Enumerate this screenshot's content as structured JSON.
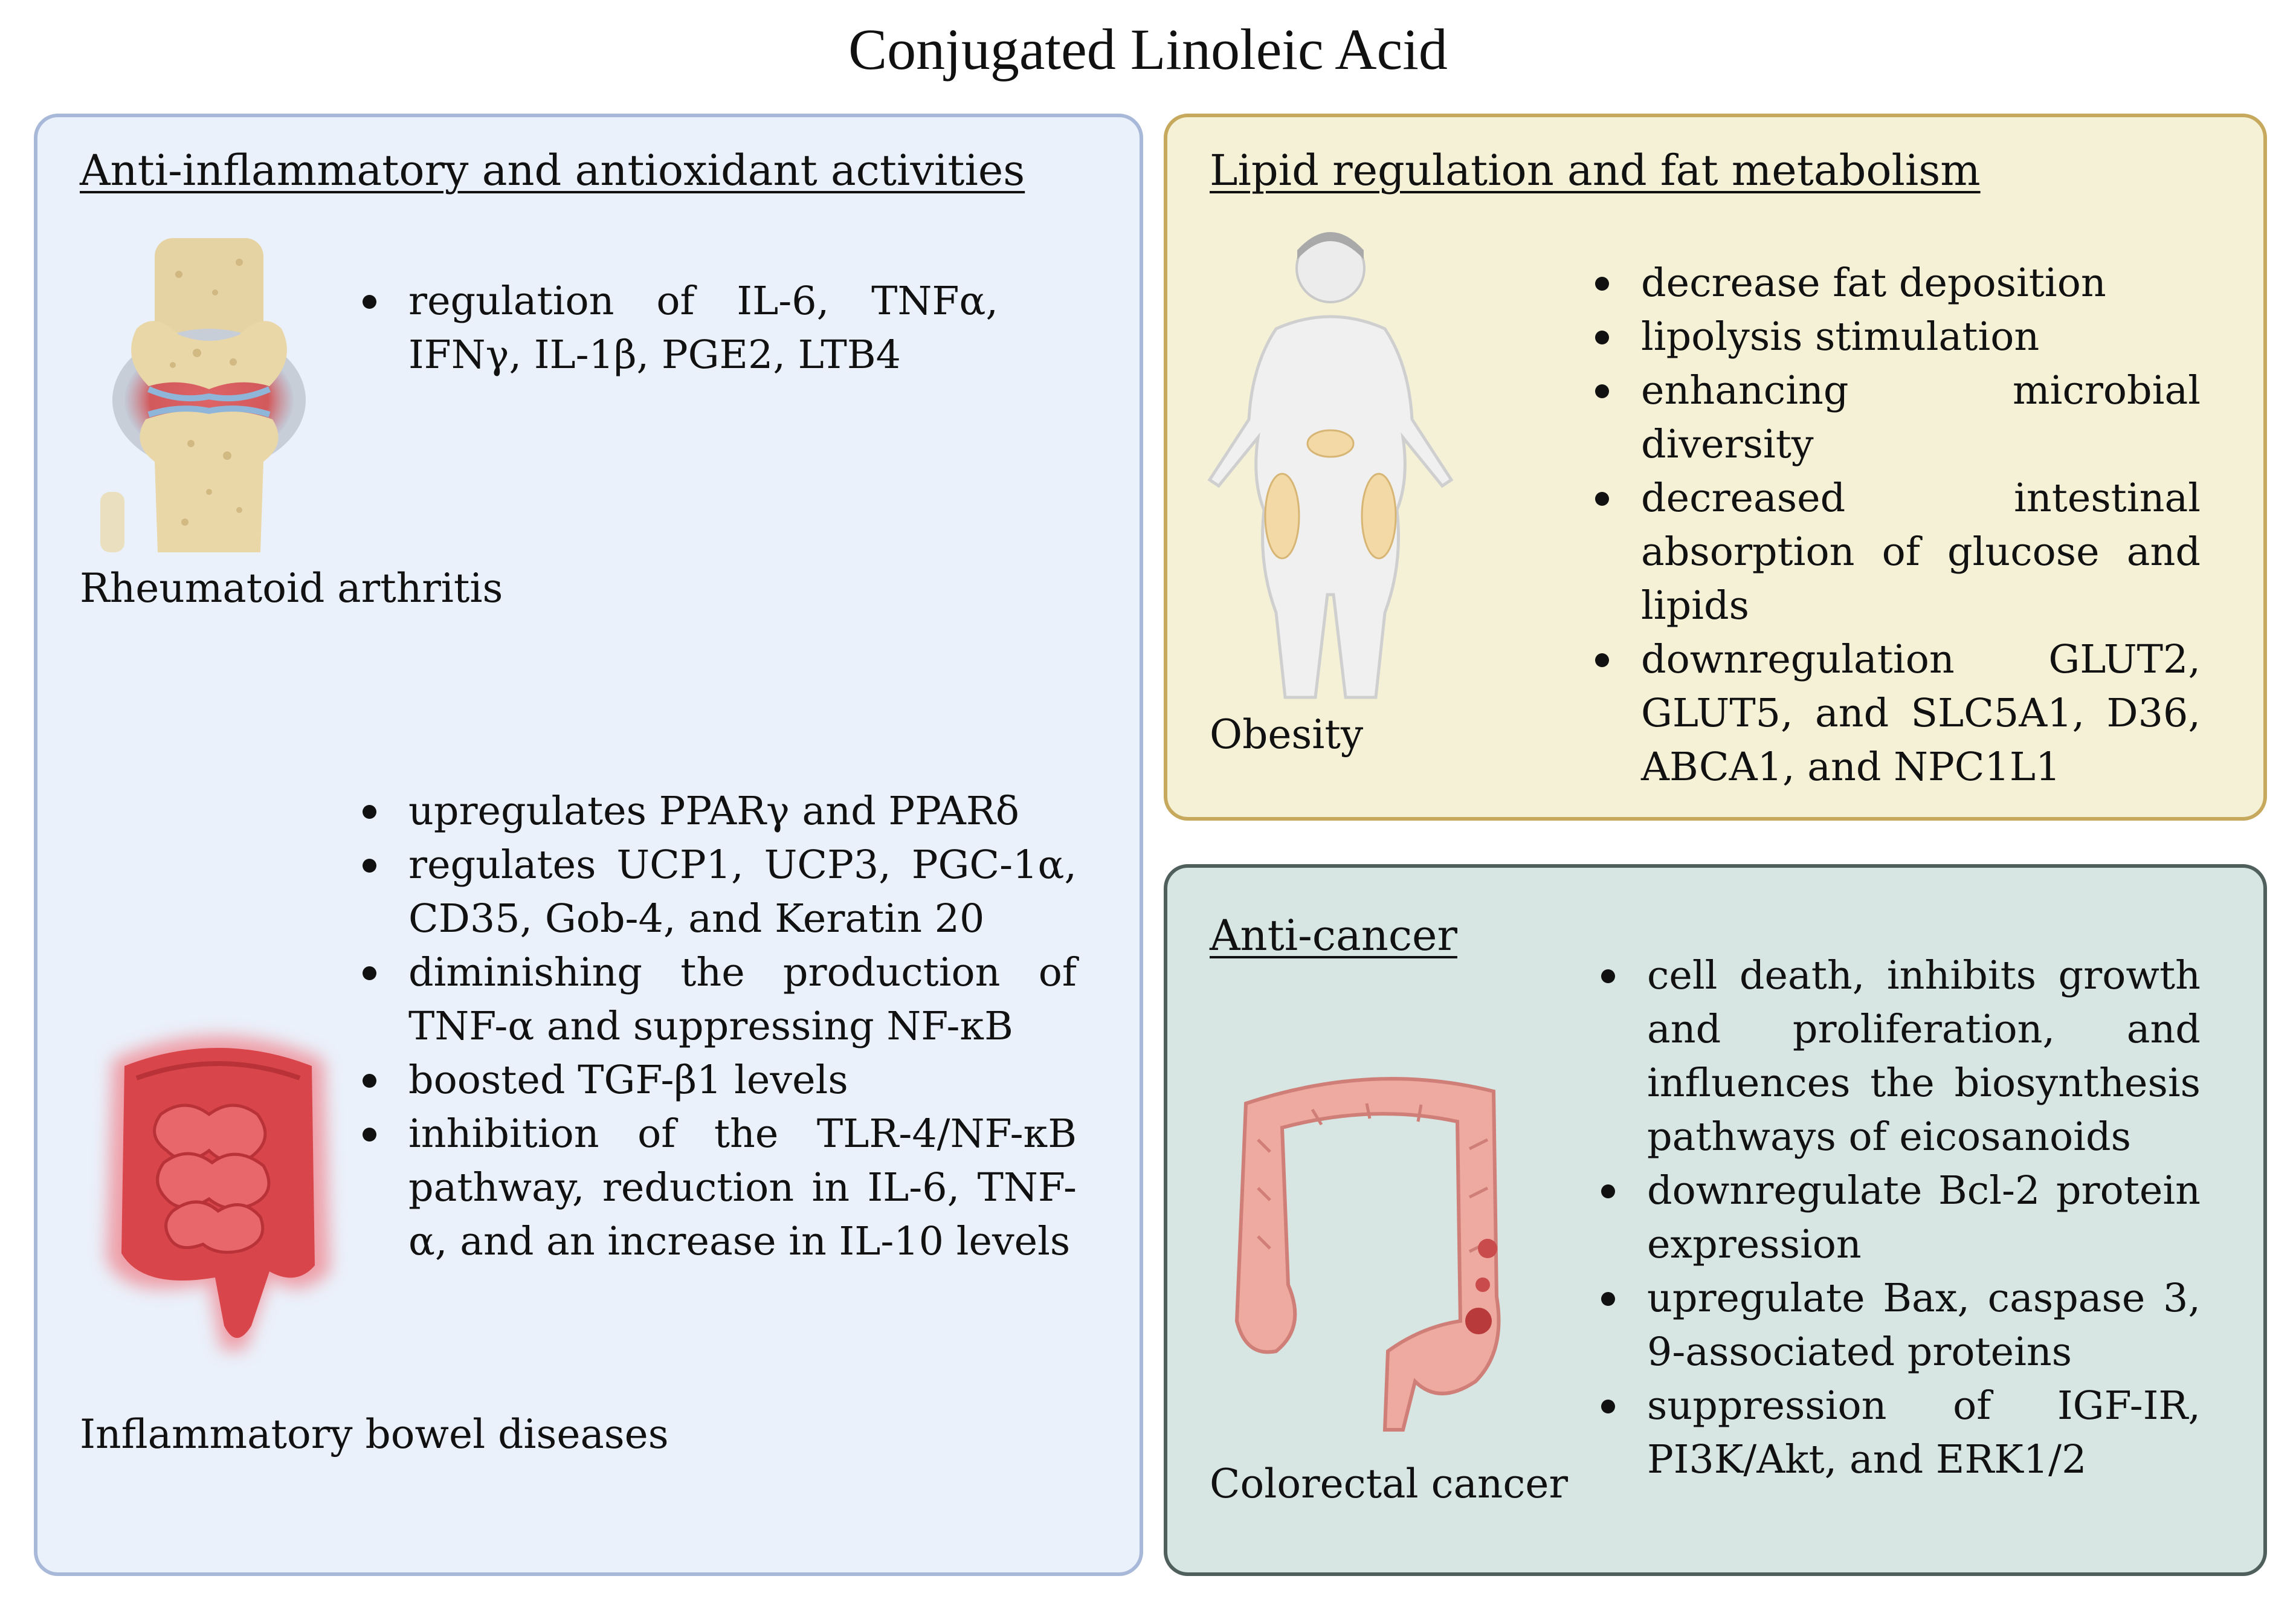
{
  "title": "Conjugated Linoleic Acid",
  "colors": {
    "anti_inflammatory_bg": "#eaf1fb",
    "anti_inflammatory_border": "#a8b8d8",
    "lipid_bg": "#f4f1d6",
    "lipid_border": "#c7a95e",
    "anticancer_bg": "#d7e6e2",
    "anticancer_border": "#4f5f5c"
  },
  "panels": {
    "anti_inflammatory": {
      "heading": "Anti-inflammatory and antioxidant activities",
      "rheumatoid": {
        "icon": "joint-icon",
        "caption": "Rheumatoid arthritis",
        "bullets": [
          "regulation of IL-6, TNFα, IFNγ, IL-1β, PGE2, LTB4"
        ]
      },
      "ibd": {
        "icon": "intestine-icon",
        "caption": "Inflammatory bowel diseases",
        "bullets": [
          "upregulates PPARγ and PPARδ",
          "regulates UCP1, UCP3, PGC-1α, CD35, Gob-4, and Keratin 20",
          "diminishing the production of TNF-α and suppressing NF-κB",
          "boosted TGF-β1 levels",
          "inhibition of the TLR-4/NF-κB pathway, reduction in IL-6, TNF-α, and an increase in IL-10 levels"
        ]
      }
    },
    "lipid": {
      "heading": "Lipid regulation and fat metabolism",
      "icon": "obese-person-icon",
      "caption": "Obesity",
      "bullets": [
        "decrease fat deposition",
        "lipolysis stimulation",
        "enhancing microbial diversity",
        "decreased intestinal absorption of glucose and lipids",
        "downregulation GLUT2, GLUT5, and SLC5A1, D36, ABCA1, and NPC1L1"
      ]
    },
    "anticancer": {
      "heading": "Anti-cancer",
      "icon": "colon-icon",
      "caption": "Colorectal cancer",
      "bullets": [
        "cell death, inhibits growth and proliferation, and influences the biosynthesis pathways of eicosanoids",
        "downregulate Bcl-2 protein expression",
        "upregulate Bax, caspase 3, 9-associated proteins",
        "suppression of IGF-IR, PI3K/Akt, and ERK1/2"
      ]
    }
  }
}
